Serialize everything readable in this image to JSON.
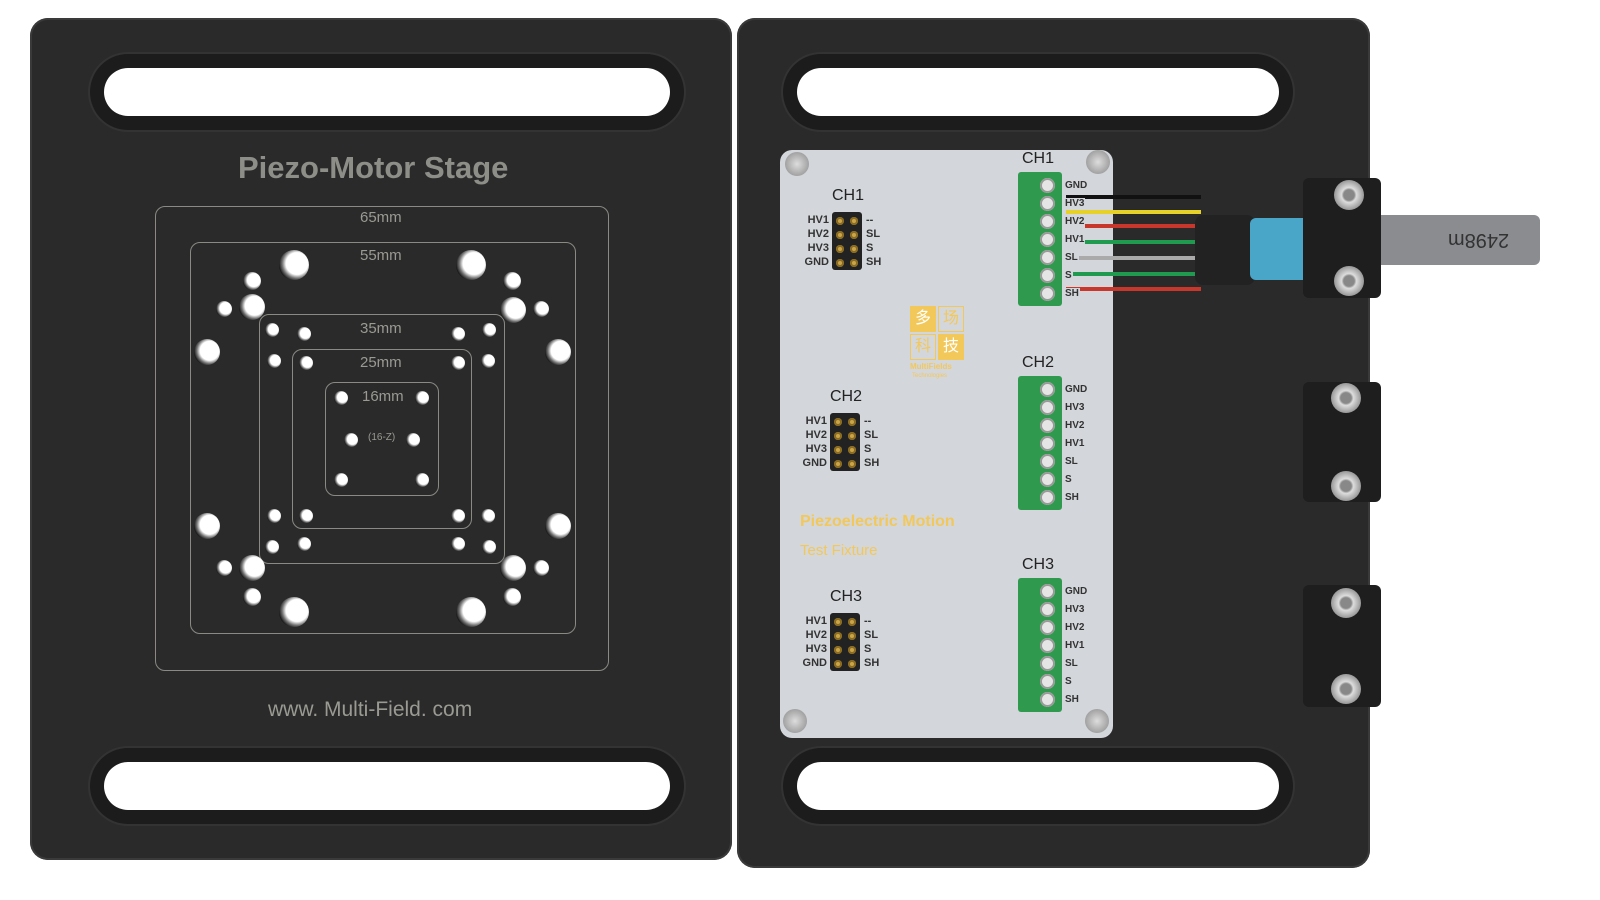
{
  "left_plate": {
    "title": "Piezo-Motor Stage",
    "website": "www. Multi-Field. com",
    "frame_labels": [
      "65mm",
      "55mm",
      "35mm",
      "25mm",
      "16mm"
    ],
    "center_label": "(16-Z)"
  },
  "fixture": {
    "title": "Piezoelectric Motion",
    "subtitle": "Test Fixture",
    "logo": {
      "chars": [
        "多",
        "场",
        "科",
        "技"
      ],
      "name": "MultiFields",
      "tagline": "Technologies"
    },
    "headers": [
      {
        "channel": "CH1"
      },
      {
        "channel": "CH2"
      },
      {
        "channel": "CH3"
      }
    ],
    "header_left_labels": [
      "HV1",
      "HV2",
      "HV3",
      "GND"
    ],
    "header_right_labels": [
      "--",
      "SL",
      "S",
      "SH"
    ],
    "terminals": [
      {
        "channel": "CH1"
      },
      {
        "channel": "CH2"
      },
      {
        "channel": "CH3"
      }
    ],
    "terminal_labels": [
      "GND",
      "HV3",
      "HV2",
      "HV1",
      "SL",
      "S",
      "SH"
    ]
  },
  "cable": {
    "marking": "2498m"
  },
  "colors": {
    "plate": "#2a2a2b",
    "pcb": "#d3d6da",
    "terminal": "#2f9a4e",
    "logo": "#f3c85a"
  }
}
